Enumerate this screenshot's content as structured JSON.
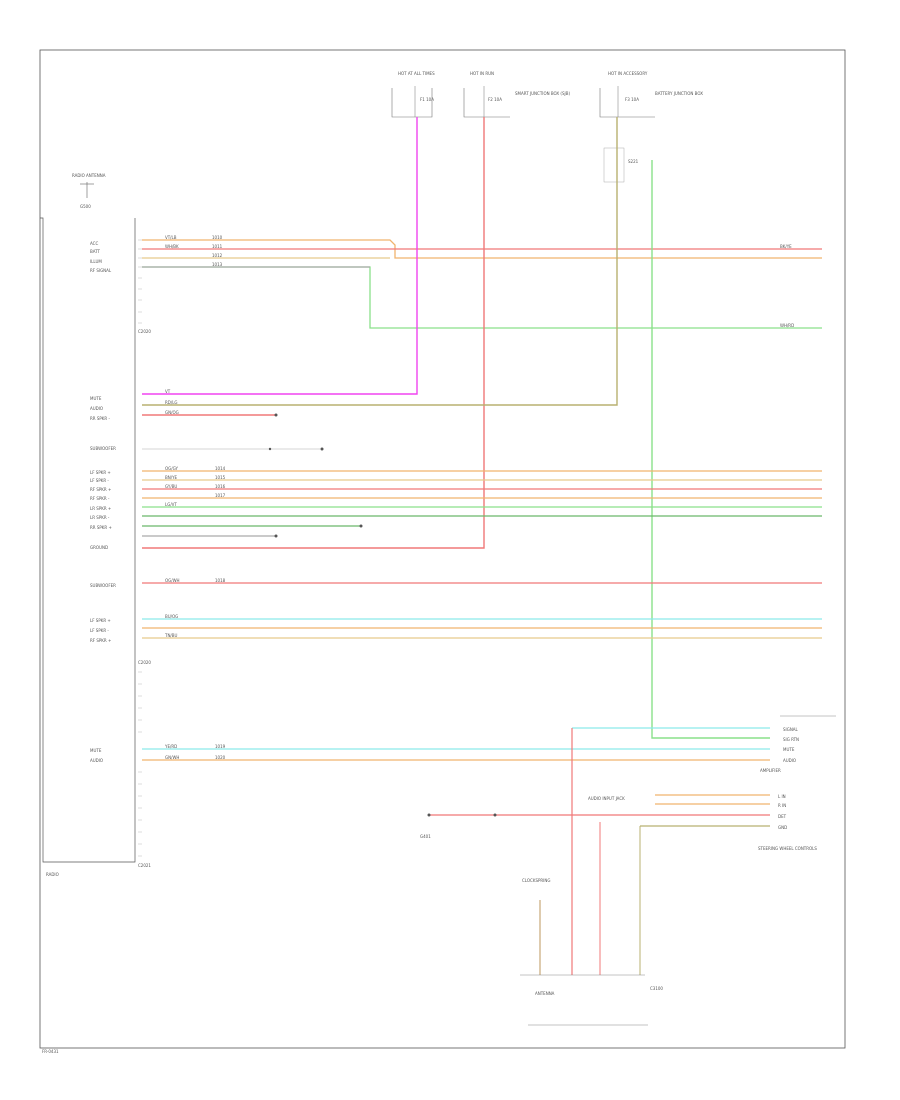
{
  "colors": {
    "frame": "#555555",
    "text": "#555555",
    "wire_magenta": "#f044f0",
    "wire_red": "#f07878",
    "wire_green": "#8ae08a",
    "wire_orange": "#f0b46e",
    "wire_tan": "#e6c98c",
    "wire_cyan": "#8ceaea",
    "wire_olive": "#b8b070",
    "wire_grey": "#aaaaaa",
    "wire_dkgreen": "#6ab86a",
    "wire_brown": "#c8a878"
  },
  "labels": {
    "page_code": "FR-0431",
    "module_name": "RADIO",
    "module_conn_top": "C2020",
    "module_conn_bottom": "C2021",
    "module_conn_mid": "C2020",
    "ant_label": "RADIO ANTENNA",
    "ant_ground": "G500",
    "fuse_hot1": "HOT AT ALL TIMES",
    "fuse_hot2": "HOT IN RUN",
    "fuse_hot3": "HOT IN ACCESSORY",
    "fuse1": "F1 10A",
    "fuse2": "F2 10A",
    "fuse3": "F3 10A",
    "fuse_box": "SMART JUNCTION BOX (SJB)",
    "fuse_box2": "BATTERY JUNCTION BOX",
    "pin_names": [
      "ACC",
      "BATT",
      "ILLUM",
      "RF SIGNAL",
      "LF SPKR +",
      "LF SPKR -",
      "RF SPKR +",
      "RF SPKR -",
      "SUBWOOFER",
      "LR SPKR +",
      "LR SPKR -",
      "RR SPKR +",
      "RR SPKR -",
      "GROUND",
      "MUTE",
      "AUDIO"
    ],
    "wire_codes": [
      "VT",
      "RD/LG",
      "GN/OG",
      "VT/LB",
      "WH/BK",
      "OG/GY",
      "BN/YE",
      "GY/BU",
      "LG/VT",
      "OG/WH",
      "BU/OG",
      "TN/BU",
      "YE/RD",
      "GN/WH",
      "BK/YE",
      "WH/RD"
    ],
    "circuit_nums": [
      "1010",
      "1011",
      "1012",
      "1013",
      "1014",
      "1015",
      "1016",
      "1017",
      "1018",
      "1019",
      "1020"
    ],
    "right_conn_title": "AMPLIFIER",
    "right_conn_pins": [
      "SIGNAL",
      "SIG RTN",
      "MUTE",
      "AUDIO"
    ],
    "sw_title": "AUDIO INPUT JACK",
    "sw_labels": [
      "L IN",
      "R IN",
      "DET",
      "GND"
    ],
    "ant_bottom": "ANTENNA",
    "conn_bottom": "C3100",
    "speaker_note": "STEERING WHEEL CONTROLS",
    "ground_note": "G401",
    "clockspring": "CLOCKSPRING",
    "splice": "S221"
  }
}
